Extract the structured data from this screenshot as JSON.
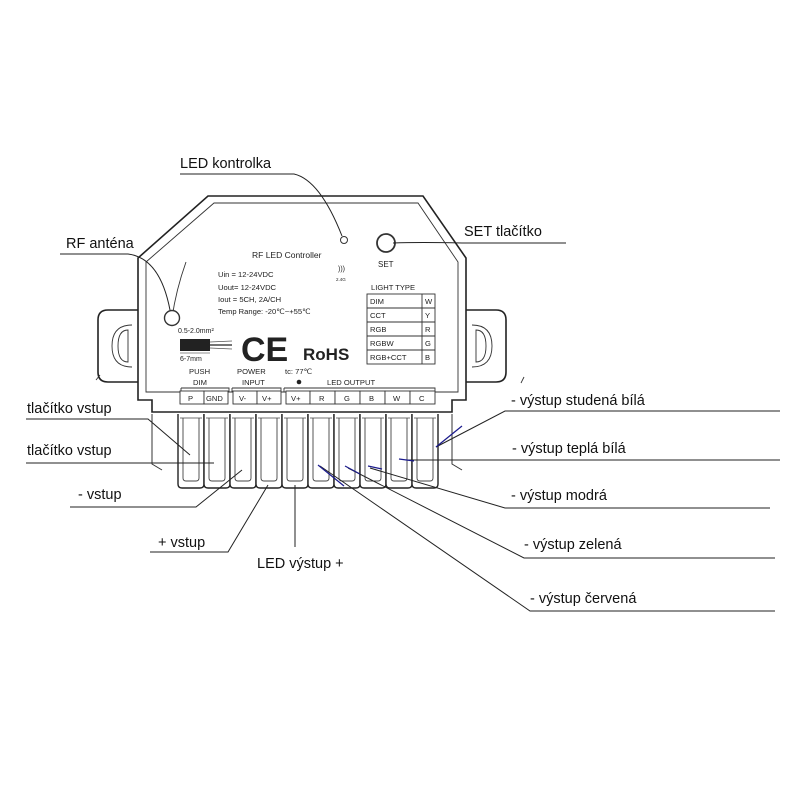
{
  "callouts": {
    "led_indicator": "LED kontrolka",
    "rf_antenna": "RF anténa",
    "set_button": "SET tlačítko",
    "button_input_1": "tlačítko vstup",
    "button_input_2": "tlačítko vstup",
    "minus_input": "- vstup",
    "plus_input": "+ vstup",
    "led_output_plus": "LED výstup +",
    "out_cold_white": "- výstup studená bílá",
    "out_warm_white": "- výstup teplá bílá",
    "out_blue": "- výstup modrá",
    "out_green": "- výstup zelená",
    "out_red": "- výstup červená"
  },
  "device": {
    "title": "RF LED Controller",
    "freq": "2.4G",
    "set_label": "SET",
    "specs": [
      "Uin  = 12-24VDC",
      "Uout= 12-24VDC",
      "Iout = 5CH, 2A/CH",
      "Temp Range: -20℃~+55℃"
    ],
    "wire_gauge": "0.5-2.0mm²",
    "strip_length": "6-7mm",
    "ce": "CE",
    "rohs": "RoHS",
    "tc": "tc: 77℃",
    "light_type_title": "LIGHT TYPE",
    "light_types": [
      {
        "name": "DIM",
        "code": "W"
      },
      {
        "name": "CCT",
        "code": "Y"
      },
      {
        "name": "RGB",
        "code": "R"
      },
      {
        "name": "RGBW",
        "code": "G"
      },
      {
        "name": "RGB+CCT",
        "code": "B"
      }
    ],
    "group_push_1": "PUSH",
    "group_push_2": "DIM",
    "group_power_1": "POWER",
    "group_power_2": "INPUT",
    "group_output": "LED OUTPUT",
    "terminals": [
      "P",
      "GND",
      "V-",
      "V+",
      "V+",
      "R",
      "G",
      "B",
      "W",
      "C"
    ]
  }
}
